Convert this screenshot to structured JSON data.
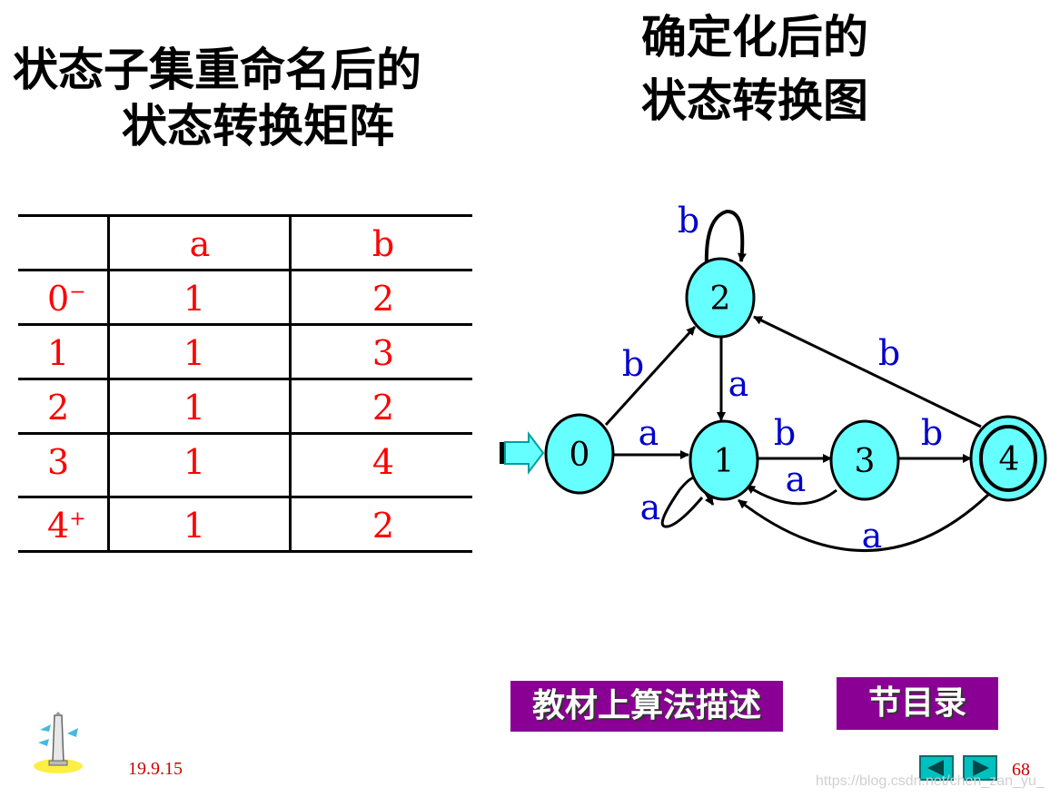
{
  "left_title": {
    "line1": "状态子集重命名后的",
    "line2": "状态转换矩阵"
  },
  "right_title": {
    "line1": "确定化后的",
    "line2": "状态转换图"
  },
  "table": {
    "columns": [
      "",
      "a",
      "b"
    ],
    "rows": [
      {
        "state": "0",
        "mark": "−",
        "a": "1",
        "b": "2"
      },
      {
        "state": "1",
        "mark": "",
        "a": "1",
        "b": "3"
      },
      {
        "state": "2",
        "mark": "",
        "a": "1",
        "b": "2"
      },
      {
        "state": "3",
        "mark": "",
        "a": "1",
        "b": "4"
      },
      {
        "state": "4",
        "mark": "+",
        "a": "1",
        "b": "2"
      }
    ]
  },
  "diagram": {
    "nodes": [
      "0",
      "1",
      "2",
      "3",
      "4"
    ],
    "edge_labels": {
      "self_2": "b",
      "e_0_2": "b",
      "e_2_1": "a",
      "e_0_1": "a",
      "self_1": "a",
      "e_1_3": "b",
      "e_3_1": "a",
      "e_3_4": "b",
      "e_4_2": "b",
      "e_4_1": "a"
    },
    "colors": {
      "node_fill": "#66ffff",
      "label": "#0000cc",
      "arrow": "#000000"
    }
  },
  "buttons": {
    "algorithm": "教材上算法描述",
    "toc": "节目录"
  },
  "footer": {
    "date": "19.9.15",
    "page": "68",
    "watermark": "https://blog.csdn.net/chen_zan_yu_"
  }
}
